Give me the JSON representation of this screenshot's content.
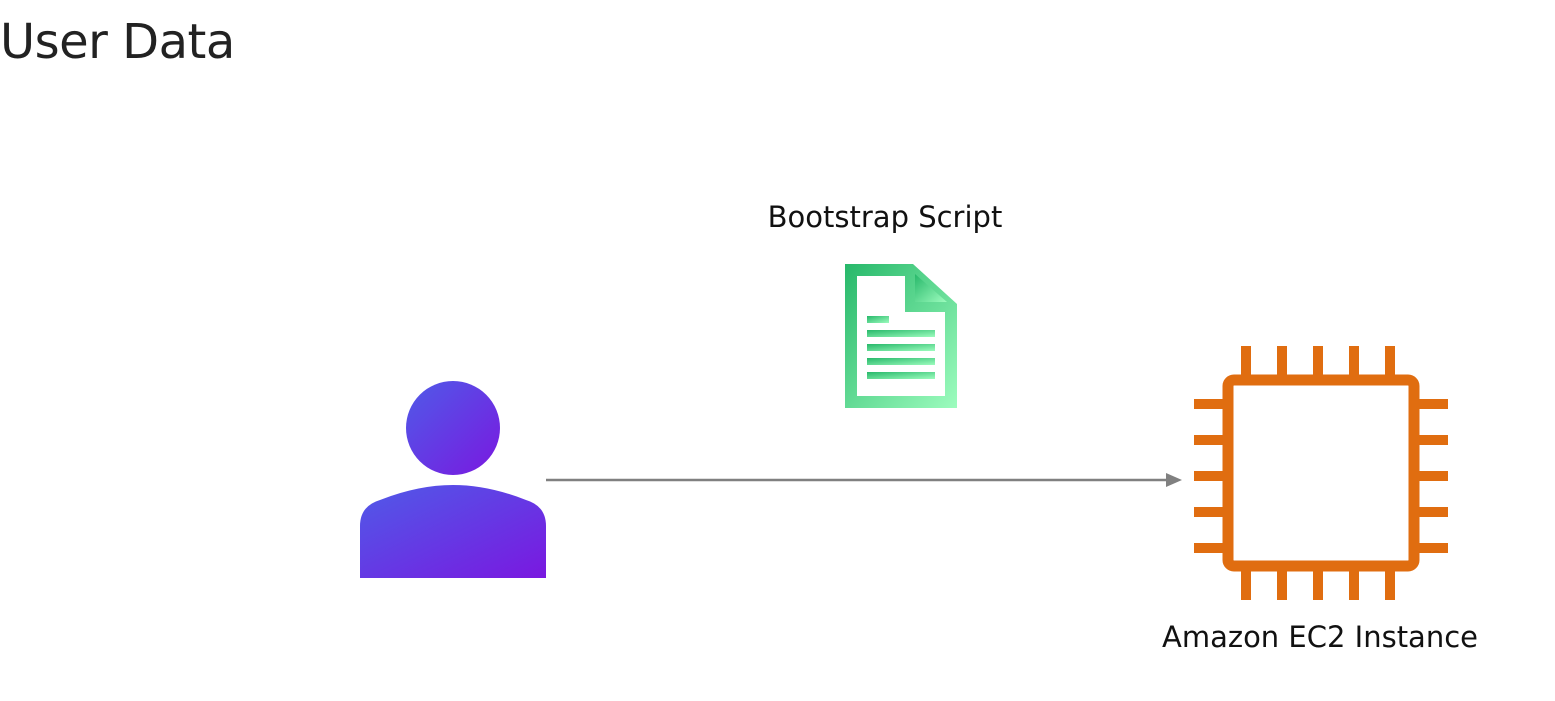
{
  "title": "User Data",
  "nodes": {
    "user": {
      "icon": "user-icon"
    },
    "bootstrap_script": {
      "label": "Bootstrap Script",
      "icon": "document-icon"
    },
    "ec2_instance": {
      "label": "Amazon EC2 Instance",
      "icon": "ec2-chip-icon"
    }
  },
  "edges": [
    {
      "from": "user",
      "to": "ec2_instance",
      "label_ref": "bootstrap_script"
    }
  ],
  "colors": {
    "user_gradient_start": "#4f5be8",
    "user_gradient_end": "#7a18e0",
    "doc_gradient_start": "#27b86a",
    "doc_gradient_end": "#9dfcbe",
    "ec2_orange": "#e06d10",
    "arrow": "#808080"
  }
}
